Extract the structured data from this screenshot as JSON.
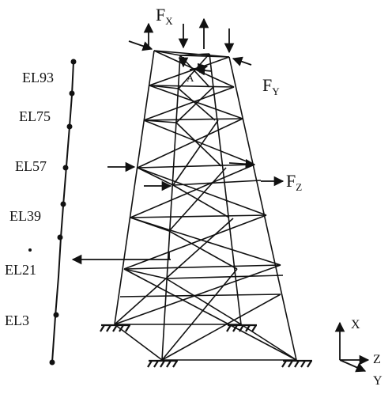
{
  "elevations": [
    "EL93",
    "EL75",
    "EL57",
    "EL39",
    "EL21",
    "EL3"
  ],
  "forces": {
    "fx": {
      "main": "F",
      "sub": "X"
    },
    "fy": {
      "main": "F",
      "sub": "Y"
    },
    "fz": {
      "main": "F",
      "sub": "Z"
    }
  },
  "small_label": "A",
  "axes": {
    "x": "X",
    "y": "Y",
    "z": "Z"
  },
  "colors": {
    "ink": "#111111",
    "background": "#ffffff"
  }
}
